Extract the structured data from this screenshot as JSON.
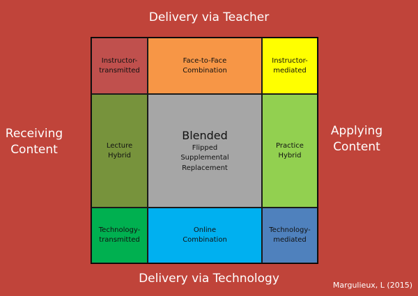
{
  "labels": {
    "top": "Delivery via Teacher",
    "bottom": "Delivery via Technology",
    "left": [
      "Receiving",
      "Content"
    ],
    "right": [
      "Applying",
      "Content"
    ],
    "citation": "Margulieux, L (2015)"
  },
  "cells": {
    "instructor_transmitted": [
      "Instructor-",
      "transmitted"
    ],
    "face_to_face": [
      "Face-to-Face",
      "Combination"
    ],
    "instructor_mediated": [
      "Instructor-",
      "mediated"
    ],
    "lecture_hybrid": [
      "Lecture",
      "Hybrid"
    ],
    "blended": {
      "title": "Blended",
      "items": [
        "Flipped",
        "Supplemental",
        "Replacement"
      ]
    },
    "practice_hybrid": [
      "Practice",
      "Hybrid"
    ],
    "technology_transmitted": [
      "Technology-",
      "transmitted"
    ],
    "online": [
      "Online",
      "Combination"
    ],
    "technology_mediated": [
      "Technology-",
      "mediated"
    ]
  },
  "colors": {
    "background": "#c0443a",
    "instructor_transmitted": "#c0504d",
    "face_to_face": "#f79646",
    "instructor_mediated": "#ffff00",
    "lecture_hybrid": "#77933c",
    "blended": "#a6a6a6",
    "practice_hybrid": "#92d050",
    "technology_transmitted": "#00b050",
    "online": "#00b0f0",
    "technology_mediated": "#4f81bd"
  }
}
